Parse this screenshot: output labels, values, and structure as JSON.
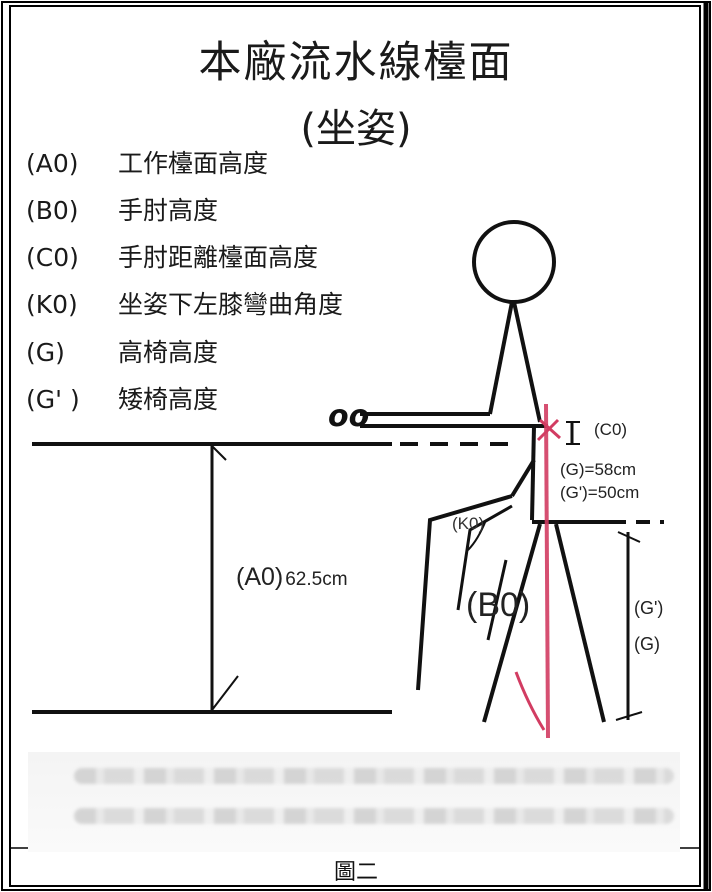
{
  "title": "本廠流水線檯面",
  "subtitle": "(坐姿)",
  "legend": [
    {
      "code": "(A0)",
      "text": "工作檯面高度"
    },
    {
      "code": "(B0)",
      "text": "手肘高度"
    },
    {
      "code": "(C0)",
      "text": "手肘距離檯面高度"
    },
    {
      "code": "(K0)",
      "text": "坐姿下左膝彎曲角度"
    },
    {
      "code": "(G)",
      "text": "高椅高度"
    },
    {
      "code": "(G' )",
      "text": "矮椅高度"
    }
  ],
  "labels": {
    "a0": "(A0)",
    "a0_value": "62.5cm",
    "b0": "(B0)",
    "c0": "(C0)",
    "k0": "(K0)",
    "g_high": "(G)=58cm",
    "g_low": "(G')=50cm",
    "g_prime_side": "(G')",
    "g_side": "(G)"
  },
  "caption": "圖二",
  "colors": {
    "line": "#111111",
    "accent": "#d23c62",
    "frame": "#000000"
  }
}
